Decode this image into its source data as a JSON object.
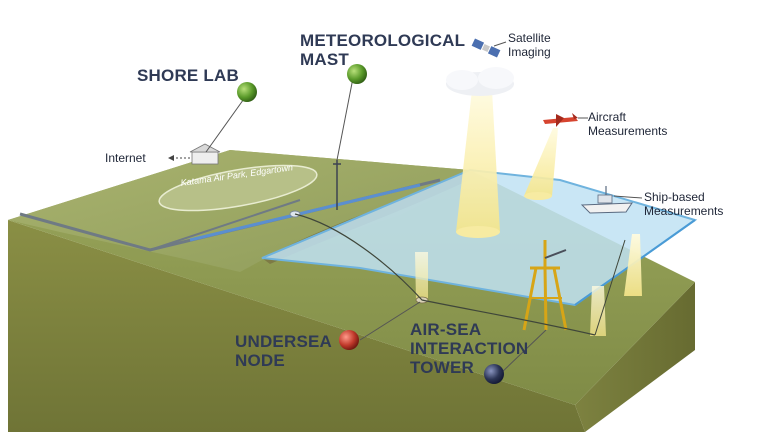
{
  "labels": {
    "shore_lab": "SHORE LAB",
    "met_mast_1": "METEOROLOGICAL",
    "met_mast_2": "MAST",
    "satellite_1": "Satellite",
    "satellite_2": "Imaging",
    "aircraft_1": "Aircraft",
    "aircraft_2": "Measurements",
    "ship_1": "Ship-based",
    "ship_2": "Measurements",
    "internet": "Internet",
    "undersea_1": "UNDERSEA",
    "undersea_2": "NODE",
    "tower_1": "AIR-SEA",
    "tower_2": "INTERACTION",
    "tower_3": "TOWER",
    "airpark": "Katama Air Park, Edgartown"
  },
  "colors": {
    "green_marker": "#5a9a2a",
    "red_marker": "#c0392b",
    "navy_marker": "#2c3556",
    "sea": "#bcdff0",
    "land": "#9aa765",
    "beam": "#fff3a6"
  },
  "icons": [
    "satellite-icon",
    "aircraft-icon",
    "ship-icon",
    "cloud-icon",
    "tower-icon",
    "mast-icon",
    "lab-building-icon",
    "undersea-node-icon"
  ]
}
